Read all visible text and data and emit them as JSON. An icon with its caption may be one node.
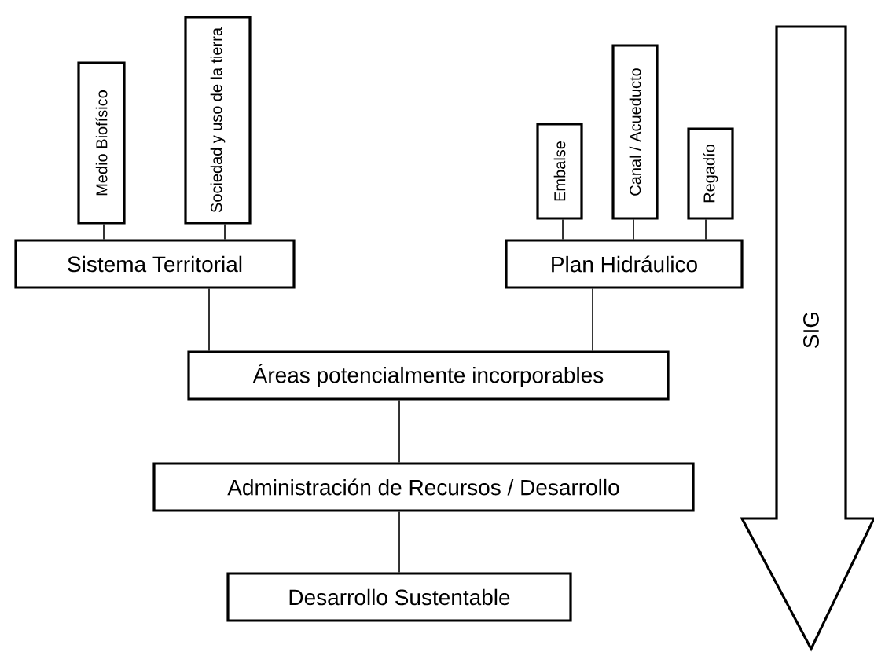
{
  "diagram": {
    "nodes": [
      {
        "text": [
          "Medio Biofísico"
        ]
      },
      {
        "text": [
          "Sociedad y uso de la tierra"
        ]
      },
      {
        "text": [
          "Sistema Territorial"
        ]
      },
      {
        "text": [
          "Embalse"
        ]
      },
      {
        "text": [
          "Canal / Acueducto"
        ]
      },
      {
        "text": [
          "Regadío"
        ]
      },
      {
        "text": [
          "Plan Hidráulico"
        ]
      },
      {
        "text": [
          "Áreas potencialmente incorporables"
        ]
      },
      {
        "text": [
          "Administración de Recursos / Desarrollo"
        ]
      },
      {
        "text": [
          "Desarrollo Sustentable"
        ]
      },
      {
        "text": [
          "SIG"
        ]
      }
    ],
    "edges": [
      {
        "from": 0,
        "to": 2,
        "arrow": "none"
      },
      {
        "from": 1,
        "to": 2,
        "arrow": "none"
      },
      {
        "from": 3,
        "to": 6,
        "arrow": "none"
      },
      {
        "from": 4,
        "to": 6,
        "arrow": "none"
      },
      {
        "from": 5,
        "to": 6,
        "arrow": "none"
      },
      {
        "from": 2,
        "to": 7,
        "arrow": "none"
      },
      {
        "from": 6,
        "to": 7,
        "arrow": "none"
      },
      {
        "from": 7,
        "to": 8,
        "arrow": "none"
      },
      {
        "from": 8,
        "to": 9,
        "arrow": "none"
      }
    ]
  }
}
